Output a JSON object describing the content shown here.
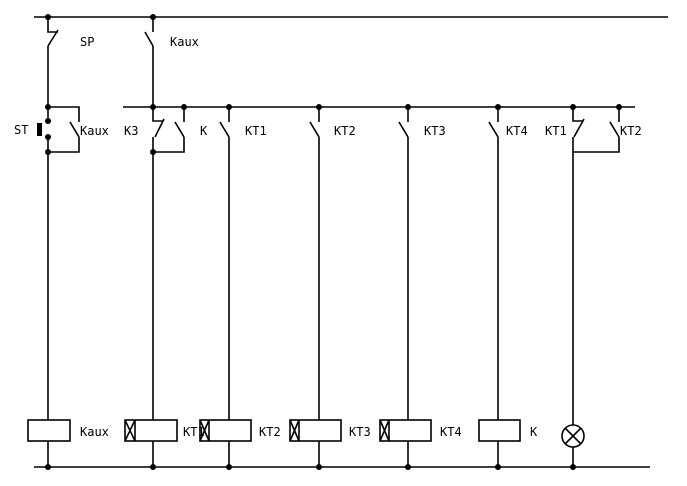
{
  "labels": {
    "sp": "SP",
    "kaux_top": "Kaux",
    "st": "ST",
    "kaux_hold": "Kaux",
    "k3": "K3",
    "k": "K",
    "kt1": "KT1",
    "kt2": "KT2",
    "kt3": "KT3",
    "kt4": "KT4",
    "kt1_nc": "KT1",
    "kt2_no": "KT2"
  },
  "coils": {
    "kaux": "Kaux",
    "kt1": "KT1",
    "kt2": "KT2",
    "kt3": "KT3",
    "kt4": "KT4",
    "k": "K"
  },
  "colors": {
    "line": "#000000",
    "background": "#ffffff"
  }
}
